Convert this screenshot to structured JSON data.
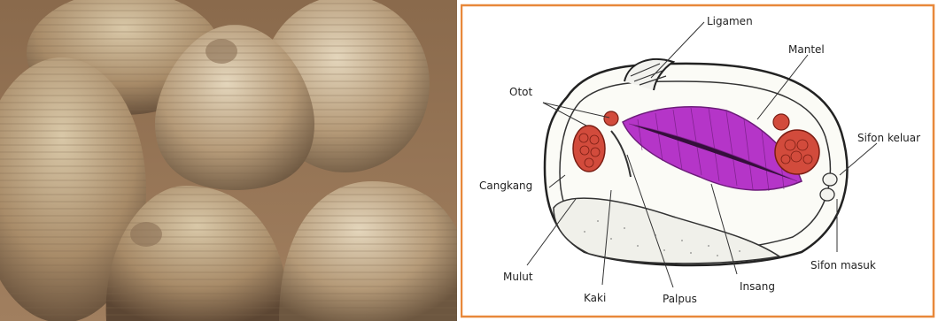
{
  "diagram": {
    "labels": {
      "ligamen": "Ligamen",
      "mantel": "Mantel",
      "otot": "Otot",
      "sifon_keluar": "Sifon keluar",
      "cangkang": "Cangkang",
      "sifon_masuk": "Sifon masuk",
      "mulut": "Mulut",
      "kaki": "Kaki",
      "palpus": "Palpus",
      "insang": "Insang"
    },
    "colors": {
      "border": "#e8883a",
      "gill": "#b535c8",
      "muscle": "#d24b3c"
    }
  }
}
